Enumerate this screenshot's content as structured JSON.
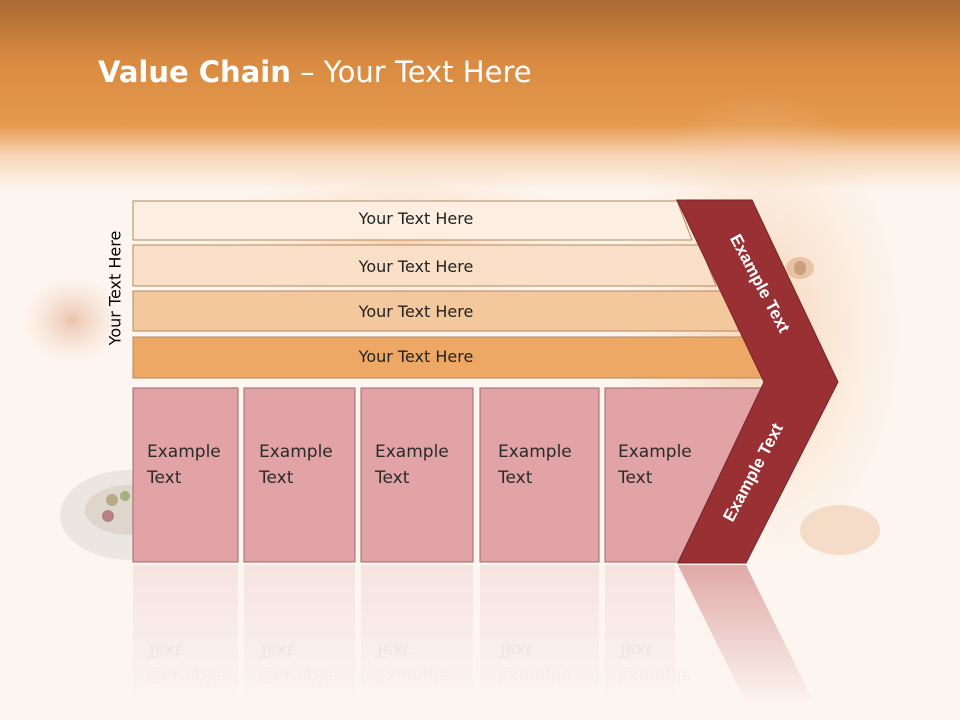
{
  "title": {
    "bold": "Value Chain",
    "rest": " – Your Text Here"
  },
  "side_label": "Your Text Here",
  "bars": [
    {
      "label": "Your Text Here",
      "color": "#fcefe2"
    },
    {
      "label": "Your Text Here",
      "color": "#f9dfc7"
    },
    {
      "label": "Your Text Here",
      "color": "#f4c89d"
    },
    {
      "label": "Your Text Here",
      "color": "#eda865"
    }
  ],
  "boxes": [
    {
      "label_line1": "Example",
      "label_line2": "Text"
    },
    {
      "label_line1": "Example",
      "label_line2": "Text"
    },
    {
      "label_line1": "Example",
      "label_line2": "Text"
    },
    {
      "label_line1": "Example",
      "label_line2": "Text"
    },
    {
      "label_line1": "Example",
      "label_line2": "Text"
    }
  ],
  "chevron": {
    "top_label": "Example Text",
    "bottom_label": "Example Text",
    "color": "#993134"
  },
  "colors": {
    "box_fill": "#e2a3a6",
    "box_stroke": "#9c6b6b",
    "bar_stroke": "#b5885c",
    "header": "#d88a40"
  }
}
